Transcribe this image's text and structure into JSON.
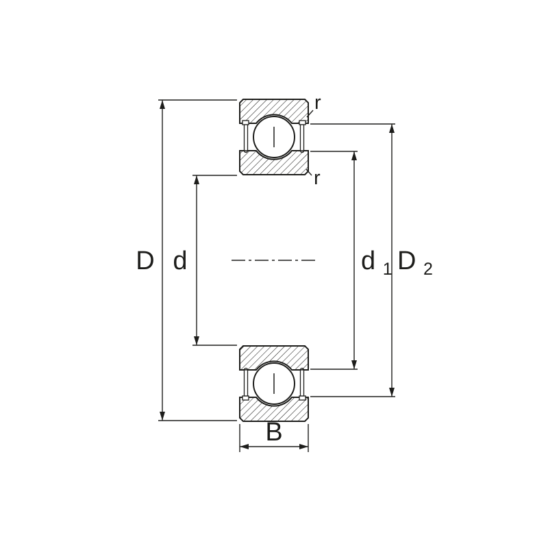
{
  "diagram": {
    "labels": {
      "outer_diameter": "D",
      "bore_diameter": "d",
      "shoulder_diameter": {
        "base": "d",
        "sub": "1"
      },
      "recess_diameter": {
        "base": "D",
        "sub": "2"
      },
      "width": "B",
      "chamfer_outer": "r",
      "chamfer_inner": "r"
    },
    "colors": {
      "line": "#1d1d1b",
      "background": "#ffffff"
    }
  }
}
